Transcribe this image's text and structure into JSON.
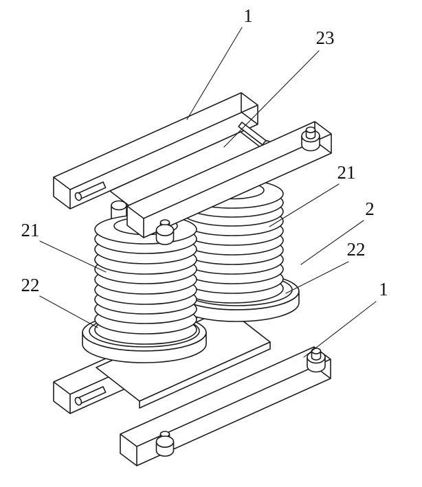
{
  "figure": {
    "colors": {
      "ink": "#1c1c1c",
      "paper": "#ffffff"
    },
    "labels": [
      {
        "text": "1"
      },
      {
        "text": "23"
      },
      {
        "text": "21"
      },
      {
        "text": "2"
      },
      {
        "text": "22"
      },
      {
        "text": "1"
      },
      {
        "text": "21"
      },
      {
        "text": "22"
      }
    ]
  }
}
